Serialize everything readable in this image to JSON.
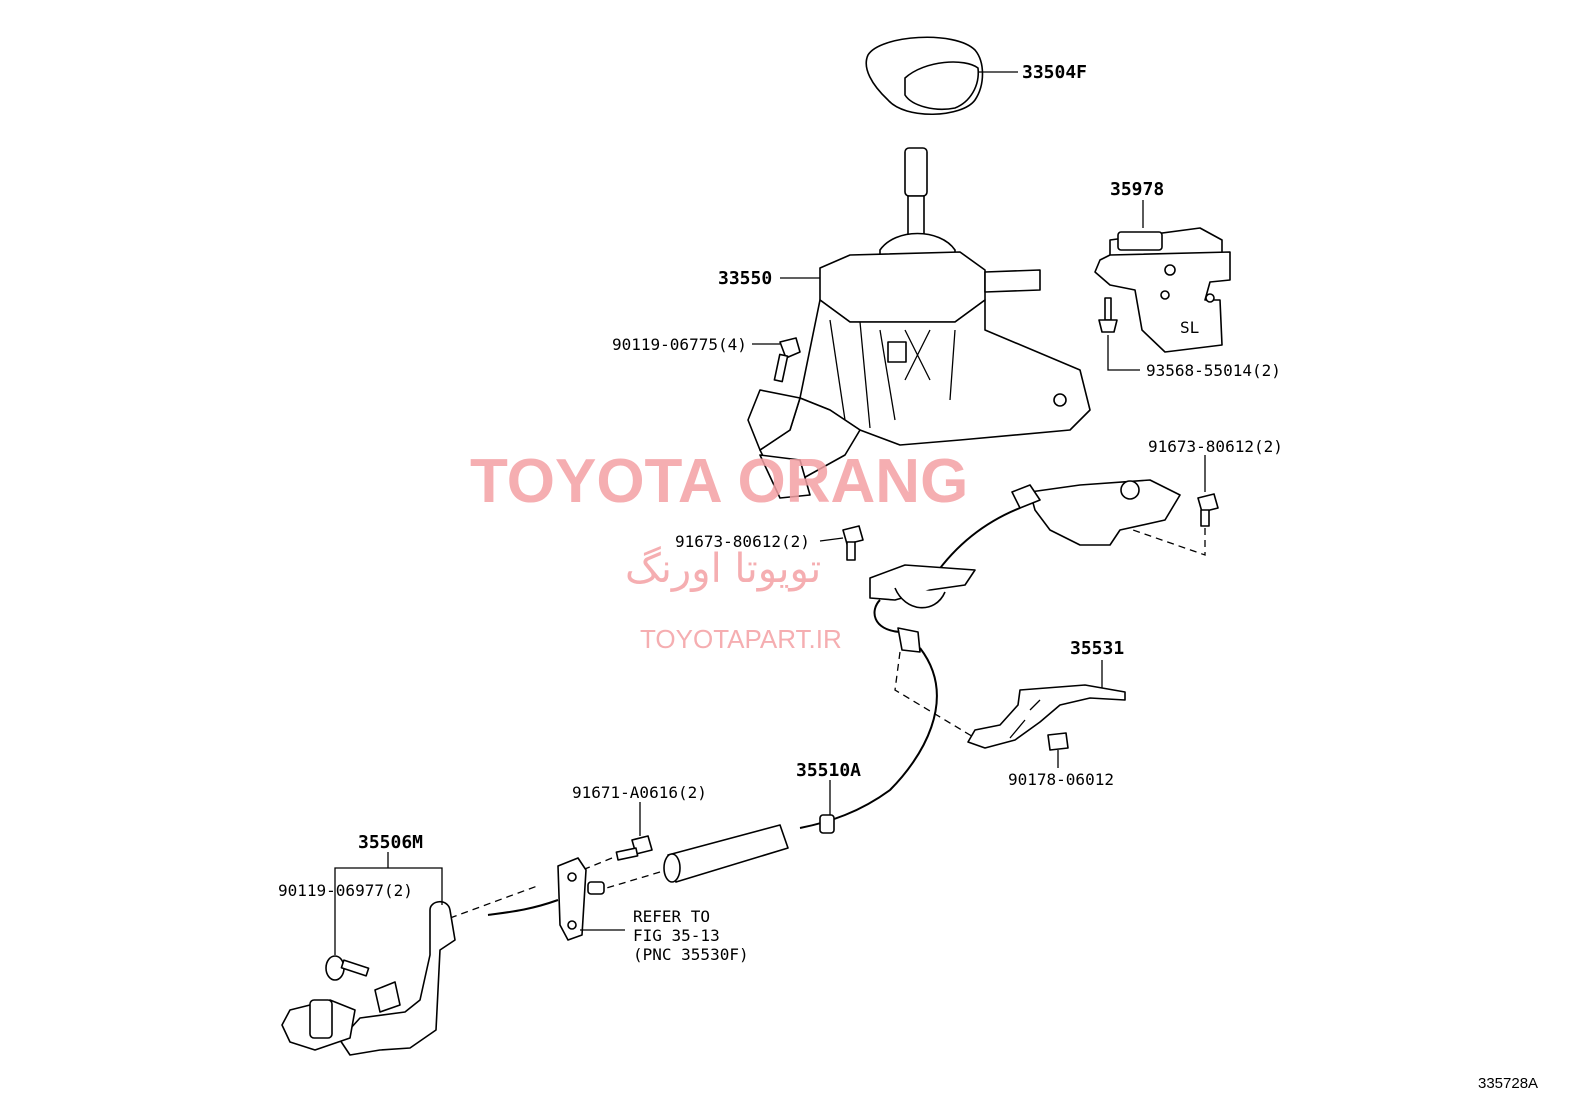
{
  "parts": {
    "knob": "33504F",
    "shift_lever_assy": "33550",
    "lever_bolt": "90119-06775(4)",
    "shift_lock_unit": "35978",
    "lock_screw": "93568-55014(2)",
    "sl_marking": "SL",
    "right_bolt": "91673-80612(2)",
    "left_bolt": "91673-80612(2)",
    "bracket": "35531",
    "bracket_nut": "90178-06012",
    "control_cable": "35510A",
    "cable_bolt": "91671-A0616(2)",
    "cable_bracket": "35506M",
    "bracket_bolt": "90119-06977(2)"
  },
  "reference_note": {
    "line1": "REFER TO",
    "line2": "FIG 35-13",
    "line3": "(PNC 35530F)"
  },
  "watermark": {
    "main": "TOYOTA ORANG",
    "persian": "تویوتا اورنگ",
    "site": "TOYOTAPART.IR"
  },
  "figure_id": "335728A",
  "colors": {
    "watermark": "#f4a0a4",
    "line": "#000000"
  }
}
